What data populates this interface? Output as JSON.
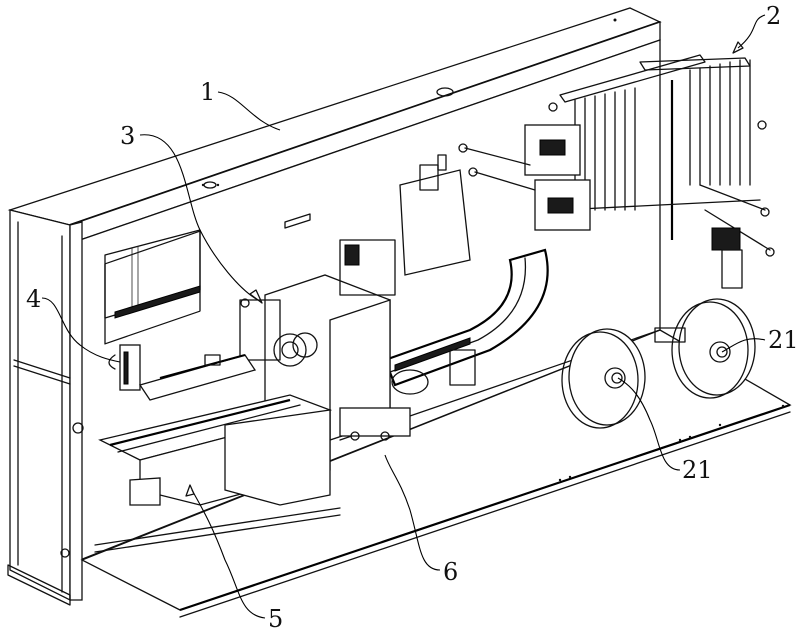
{
  "figure": {
    "type": "patent-style isometric line drawing of a machine",
    "reference_labels": [
      {
        "id": "label-1",
        "text": "1",
        "refers_to": "top cover / frame housing"
      },
      {
        "id": "label-2",
        "text": "2",
        "refers_to": "roller rack assembly (upper right)"
      },
      {
        "id": "label-3",
        "text": "3",
        "refers_to": "central processing mechanism"
      },
      {
        "id": "label-4",
        "text": "4",
        "refers_to": "left feeding mechanism with motor"
      },
      {
        "id": "label-5",
        "text": "5",
        "refers_to": "lower left conveying/box unit"
      },
      {
        "id": "label-6",
        "text": "6",
        "refers_to": "curved chain conveyor"
      },
      {
        "id": "label-21a",
        "text": "21",
        "refers_to": "right material reel"
      },
      {
        "id": "label-21b",
        "text": "21",
        "refers_to": "left material reel"
      }
    ]
  },
  "colors": {
    "line": "#111111",
    "background": "#ffffff"
  }
}
